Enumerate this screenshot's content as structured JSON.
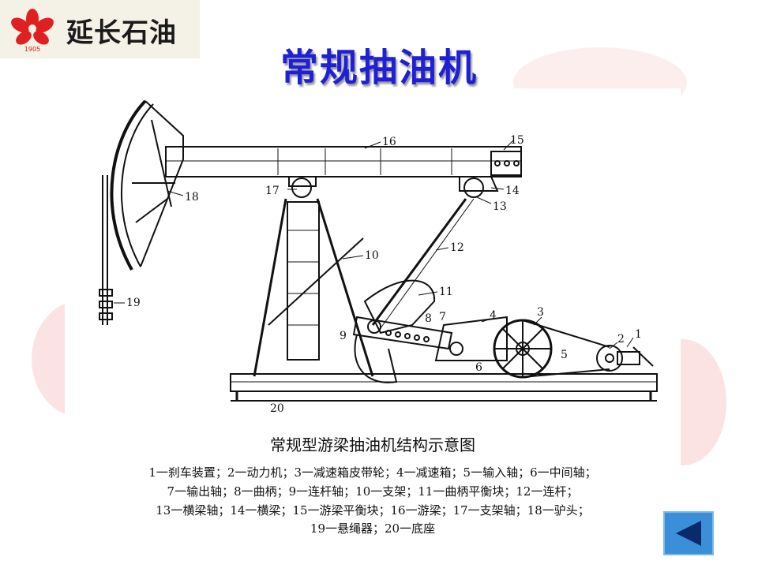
{
  "logo": {
    "text": "延长石油",
    "year": "1905"
  },
  "title": "常规抽油机",
  "figure": {
    "caption": "常规型游梁抽油机结构示意图",
    "legend_lines": [
      "1一刹车装置；2一动力机；3一减速箱皮带轮；4一减速箱；5一输入轴；6一中间轴；",
      "7一输出轴；8一曲柄；9一连杆轴；10一支架；11一曲柄平衡块；12一连杆；",
      "13一横梁轴；14一横梁；15一游梁平衡块；16一游梁；17一支架轴；18一驴头；",
      "19一悬绳器；20一底座"
    ],
    "part_numbers": [
      "1",
      "2",
      "3",
      "4",
      "5",
      "6",
      "7",
      "8",
      "9",
      "10",
      "11",
      "12",
      "13",
      "14",
      "15",
      "16",
      "17",
      "18",
      "19",
      "20"
    ]
  },
  "nav": {
    "back_icon": "triangle-left-icon"
  },
  "colors": {
    "title": "#1f1fd6",
    "nav": "#3a8fd8",
    "logo_red": "#e02020"
  }
}
